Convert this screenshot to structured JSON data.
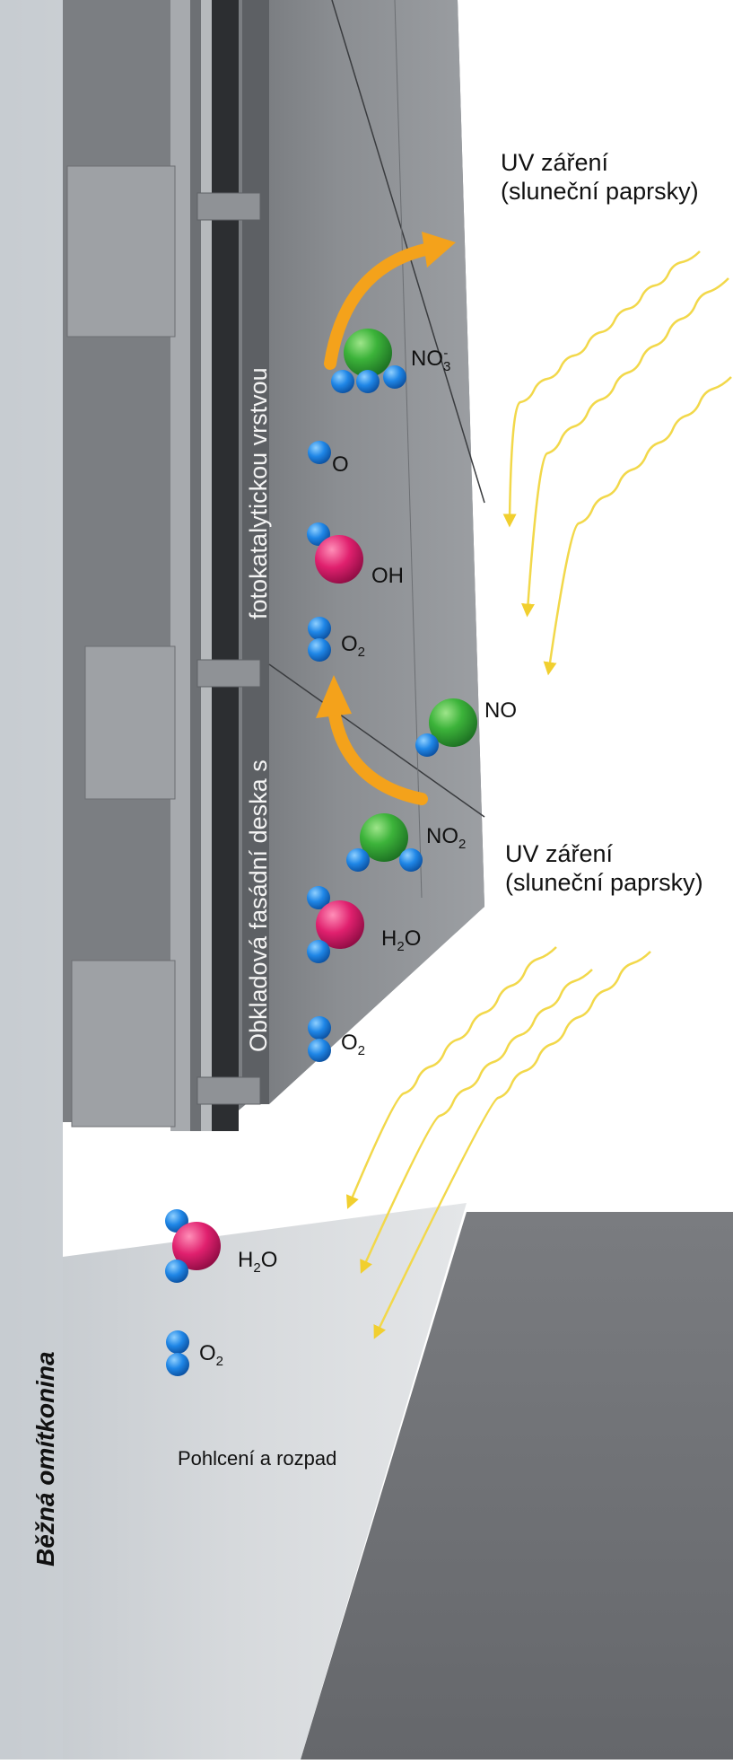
{
  "uv_top": {
    "line1": "UV záření",
    "line2": "(sluneční paprsky)"
  },
  "uv_bottom": {
    "line1": "UV záření",
    "line2": "(sluneční paprsky)"
  },
  "panel_label": {
    "line1": "fotokatalytickou vrstvou",
    "line2": "Obkladová fasádní deska s"
  },
  "render_label": "Běžná omítkonina",
  "bottom_note": "Pohlcení a rozpad",
  "molecules": {
    "no3": {
      "base": "NO",
      "sub": "3",
      "sup": "-"
    },
    "o": {
      "base": "O"
    },
    "oh": {
      "base": "OH"
    },
    "o2_a": {
      "base": "O",
      "sub": "2"
    },
    "no": {
      "base": "NO"
    },
    "no2": {
      "base": "NO",
      "sub": "2"
    },
    "h2o_a": {
      "pre": "H",
      "sub": "2",
      "post": "O"
    },
    "o2_b": {
      "base": "O",
      "sub": "2"
    },
    "h2o_b": {
      "pre": "H",
      "sub": "2",
      "post": "O"
    },
    "o2_c": {
      "base": "O",
      "sub": "2"
    }
  },
  "colors": {
    "green": "#2fa53a",
    "blue": "#1f86e6",
    "magenta": "#e0206e",
    "arrow": "#f4a21b",
    "wave": "#f2d84a",
    "panel": "#8a8d91",
    "wall": "#cdd0d4",
    "ground": "#6f7175"
  }
}
